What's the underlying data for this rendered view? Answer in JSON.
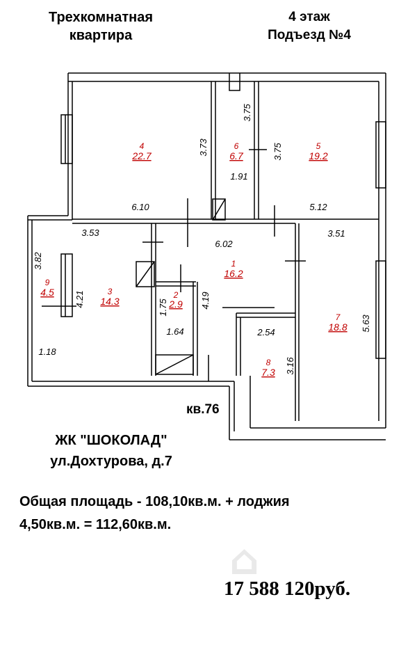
{
  "header": {
    "title_line1": "Трехкомнатная",
    "title_line2": "квартира",
    "floor": "4 этаж",
    "entrance": "Подъезд №4"
  },
  "plan": {
    "rooms": [
      {
        "num": "4",
        "area": "22.7"
      },
      {
        "num": "6",
        "area": "6.7"
      },
      {
        "num": "5",
        "area": "19.2"
      },
      {
        "num": "9",
        "area": "4.5"
      },
      {
        "num": "3",
        "area": "14.3"
      },
      {
        "num": "2",
        "area": "2.9"
      },
      {
        "num": "1",
        "area": "16.2"
      },
      {
        "num": "8",
        "area": "7.3"
      },
      {
        "num": "7",
        "area": "18.8"
      }
    ],
    "dimensions": [
      "3.73",
      "3.75",
      "3.75",
      "1.91",
      "6.10",
      "5.12",
      "3.53",
      "6.02",
      "3.51",
      "3.82",
      "4.21",
      "1.18",
      "1.75",
      "1.64",
      "4.19",
      "2.54",
      "3.16",
      "5.63"
    ],
    "apartment": "кв.76"
  },
  "complex": {
    "name": "ЖК \"ШОКОЛАД\"",
    "address": "ул.Дохтурова, д.7"
  },
  "area": {
    "line1": "Общая площадь - 108,10кв.м. + лоджия",
    "line2": "4,50кв.м. = 112,60кв.м."
  },
  "price": "17 588 120руб."
}
